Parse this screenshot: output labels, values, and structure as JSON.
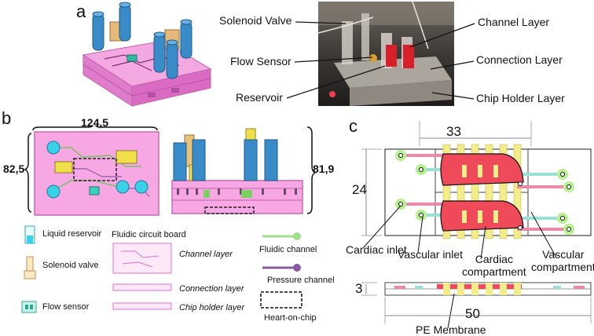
{
  "panels": {
    "a": {
      "letter": "a",
      "labels": {
        "solenoid_valve": "Solenoid Valve",
        "flow_sensor": "Flow Sensor",
        "reservoir": "Reservoir",
        "channel_layer": "Channel Layer",
        "connection_layer": "Connection Layer",
        "chip_holder_layer": "Chip Holder Layer"
      }
    },
    "b": {
      "letter": "b",
      "dimensions": {
        "width": "124,5",
        "depth": "82,5",
        "height": "81,9"
      },
      "legend": {
        "liquid_reservoir": "Liquid reservoir",
        "solenoid_valve": "Solenoid valve",
        "flow_sensor": "Flow sensor",
        "fluidic_circuit_board": "Fluidic circuit board",
        "channel_layer": "Channel layer",
        "connection_layer": "Connection layer",
        "chip_holder_layer": "Chip holder layer",
        "fluidic_channel": "Fluidic channel",
        "pressure_channel": "Pressure channel",
        "heart_on_chip": "Heart-on-chip"
      }
    },
    "c": {
      "letter": "c",
      "dimensions": {
        "length_top": "33",
        "height": "24",
        "thickness": "3",
        "length_bottom": "50"
      },
      "labels": {
        "cardiac_inlet": "Cardiac inlet",
        "vascular_inlet": "Vascular inlet",
        "cardiac_compartment": "Cardiac\ncompartment",
        "vascular_compartment": "Vascular\ncompartment",
        "pe_membrane": "PE Membrane"
      }
    }
  },
  "colors": {
    "pink_board": "#f08ad8",
    "pink_light": "#f9c6ee",
    "reservoir_blue": "#3a8cc8",
    "valve_tan": "#e8c47a",
    "valve_yellow": "#f2e04a",
    "sensor_teal": "#3ad0c0",
    "fluidic_green": "#9fe08a",
    "pressure_purple": "#8a5aa0",
    "compartment_red": "#ee4a5a",
    "channel_yellow": "#f3ec8a",
    "inlet_green": "#b8f090"
  }
}
